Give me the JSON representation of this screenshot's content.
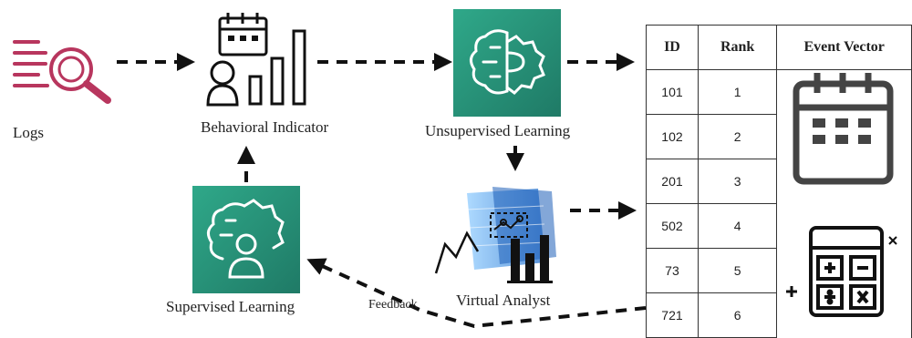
{
  "nodes": {
    "logs": {
      "label": "Logs",
      "icon": "logs-search-icon"
    },
    "behavioral": {
      "label": "Behavioral Indicator",
      "icon": "behavioral-indicator-icon"
    },
    "unsupervised": {
      "label": "Unsupervised Learning",
      "icon": "brain-gear-icon"
    },
    "virtual": {
      "label": "Virtual Analyst",
      "icon": "virtual-analyst-icon"
    },
    "supervised": {
      "label": "Supervised Learning",
      "icon": "brain-gear-user-icon"
    }
  },
  "edges": {
    "feedback": {
      "label": "Feedback"
    }
  },
  "table": {
    "headers": [
      "ID",
      "Rank",
      "Event Vector"
    ],
    "rows": [
      {
        "id": "101",
        "rank": "1"
      },
      {
        "id": "102",
        "rank": "2"
      },
      {
        "id": "201",
        "rank": "3"
      },
      {
        "id": "502",
        "rank": "4"
      },
      {
        "id": "73",
        "rank": "5"
      },
      {
        "id": "721",
        "rank": "6"
      }
    ],
    "event_vector_icons": [
      "calendar-icon",
      "calculator-icon"
    ]
  },
  "colors": {
    "teal_dark": "#1f7a66",
    "teal_light": "#2fa889",
    "logs_accent": "#b8365e",
    "ink": "#222222"
  }
}
